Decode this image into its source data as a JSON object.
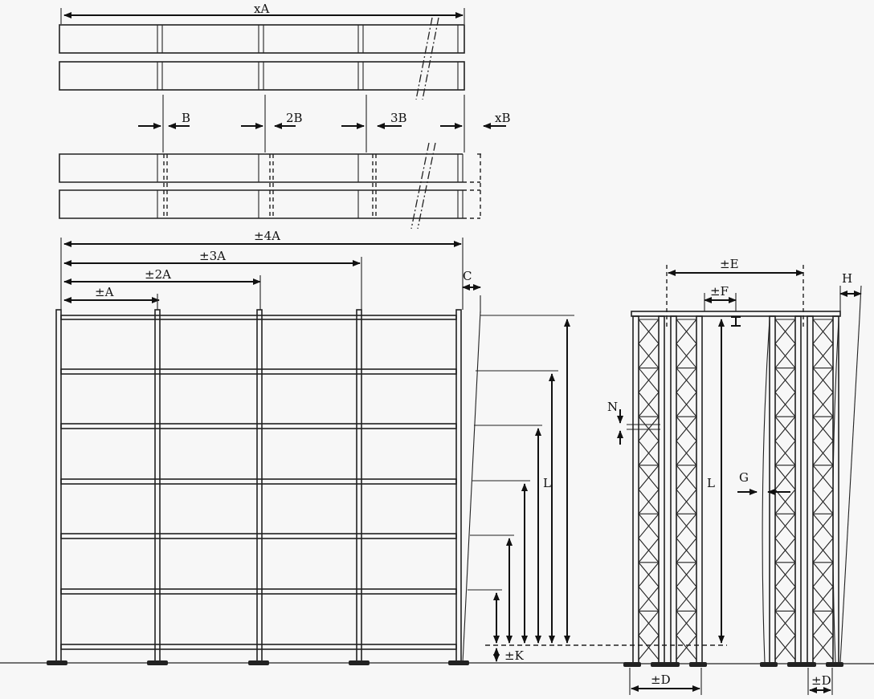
{
  "labels": {
    "top_overall": "xA",
    "deviation_B": "B",
    "deviation_2B": "2B",
    "deviation_3B": "3B",
    "deviation_xB": "xB",
    "pos_4A": "±4A",
    "pos_3A": "±3A",
    "pos_2A": "±2A",
    "pos_A": "±A",
    "plumb_C": "C",
    "level_L_front": "L",
    "base_K": "±K",
    "side_E": "±E",
    "side_F": "±F",
    "side_H": "H",
    "brace_N": "N",
    "level_L_side": "L",
    "bow_G": "G",
    "depth_D_left": "±D",
    "depth_D_right": "±D"
  },
  "front_elevation": {
    "bays": 4,
    "levels": 6
  },
  "side_elevation": {
    "frames": 2,
    "brace_panels": 7
  }
}
